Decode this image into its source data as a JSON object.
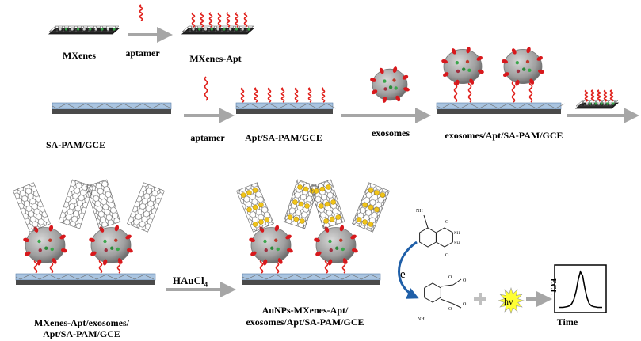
{
  "labels": {
    "mxenes": "MXenes",
    "aptamer_top": "aptamer",
    "mxenes_apt": "MXenes-Apt",
    "sa_pam_gce": "SA-PAM/GCE",
    "aptamer_mid": "aptamer",
    "apt_sa_pam_gce": "Apt/SA-PAM/GCE",
    "exosomes": "exosomes",
    "exosomes_apt": "exosomes/Apt/SA-PAM/GCE",
    "mxenes_apt_exo_line1": "MXenes-Apt/exosomes/",
    "mxenes_apt_exo_line2": "Apt/SA-PAM/GCE",
    "haucl4_base": "HAuCl",
    "haucl4_sub": "4",
    "aunps_line1": "AuNPs-MXenes-Apt/",
    "aunps_line2": "exosomes/Apt/SA-PAM/GCE",
    "electron": "e",
    "hv": "hν",
    "ecl_axis": "ECL",
    "time_axis": "Time",
    "nh2_a": "NH",
    "nh2_b": "NH",
    "chem_o_top": "O",
    "chem_o_bot": "O",
    "chem_nh_a": "NH",
    "chem_nh_b": "NH",
    "coo_o1": "O",
    "coo_o2": "O",
    "coo_o3": "O",
    "coo_o4": "O"
  },
  "colors": {
    "electrode": "#4a4a4a",
    "electrode_top": "#a9c4e0",
    "aptamer": "#e0201b",
    "arrow": "#a6a6a6",
    "exosome": "#9a9a9a",
    "mxene_sheet": "#333333",
    "gold": "#f0c419",
    "hv_star": "#ffff33",
    "curved_arrow": "#1f5fa8"
  },
  "chart_data": {
    "type": "line",
    "title": "",
    "xlabel": "Time",
    "ylabel": "ECL",
    "x": [
      0,
      1,
      2,
      3,
      4,
      5,
      6,
      7,
      8,
      9,
      10,
      11,
      12,
      13,
      14,
      15,
      16,
      17,
      18,
      19,
      20
    ],
    "series": [
      {
        "values": [
          0.05,
          0.05,
          0.05,
          0.06,
          0.07,
          0.09,
          0.14,
          0.25,
          0.45,
          0.75,
          0.95,
          0.85,
          0.55,
          0.3,
          0.15,
          0.09,
          0.07,
          0.06,
          0.05,
          0.05,
          0.05
        ]
      }
    ],
    "ylim": [
      0,
      1
    ],
    "grid": false
  }
}
